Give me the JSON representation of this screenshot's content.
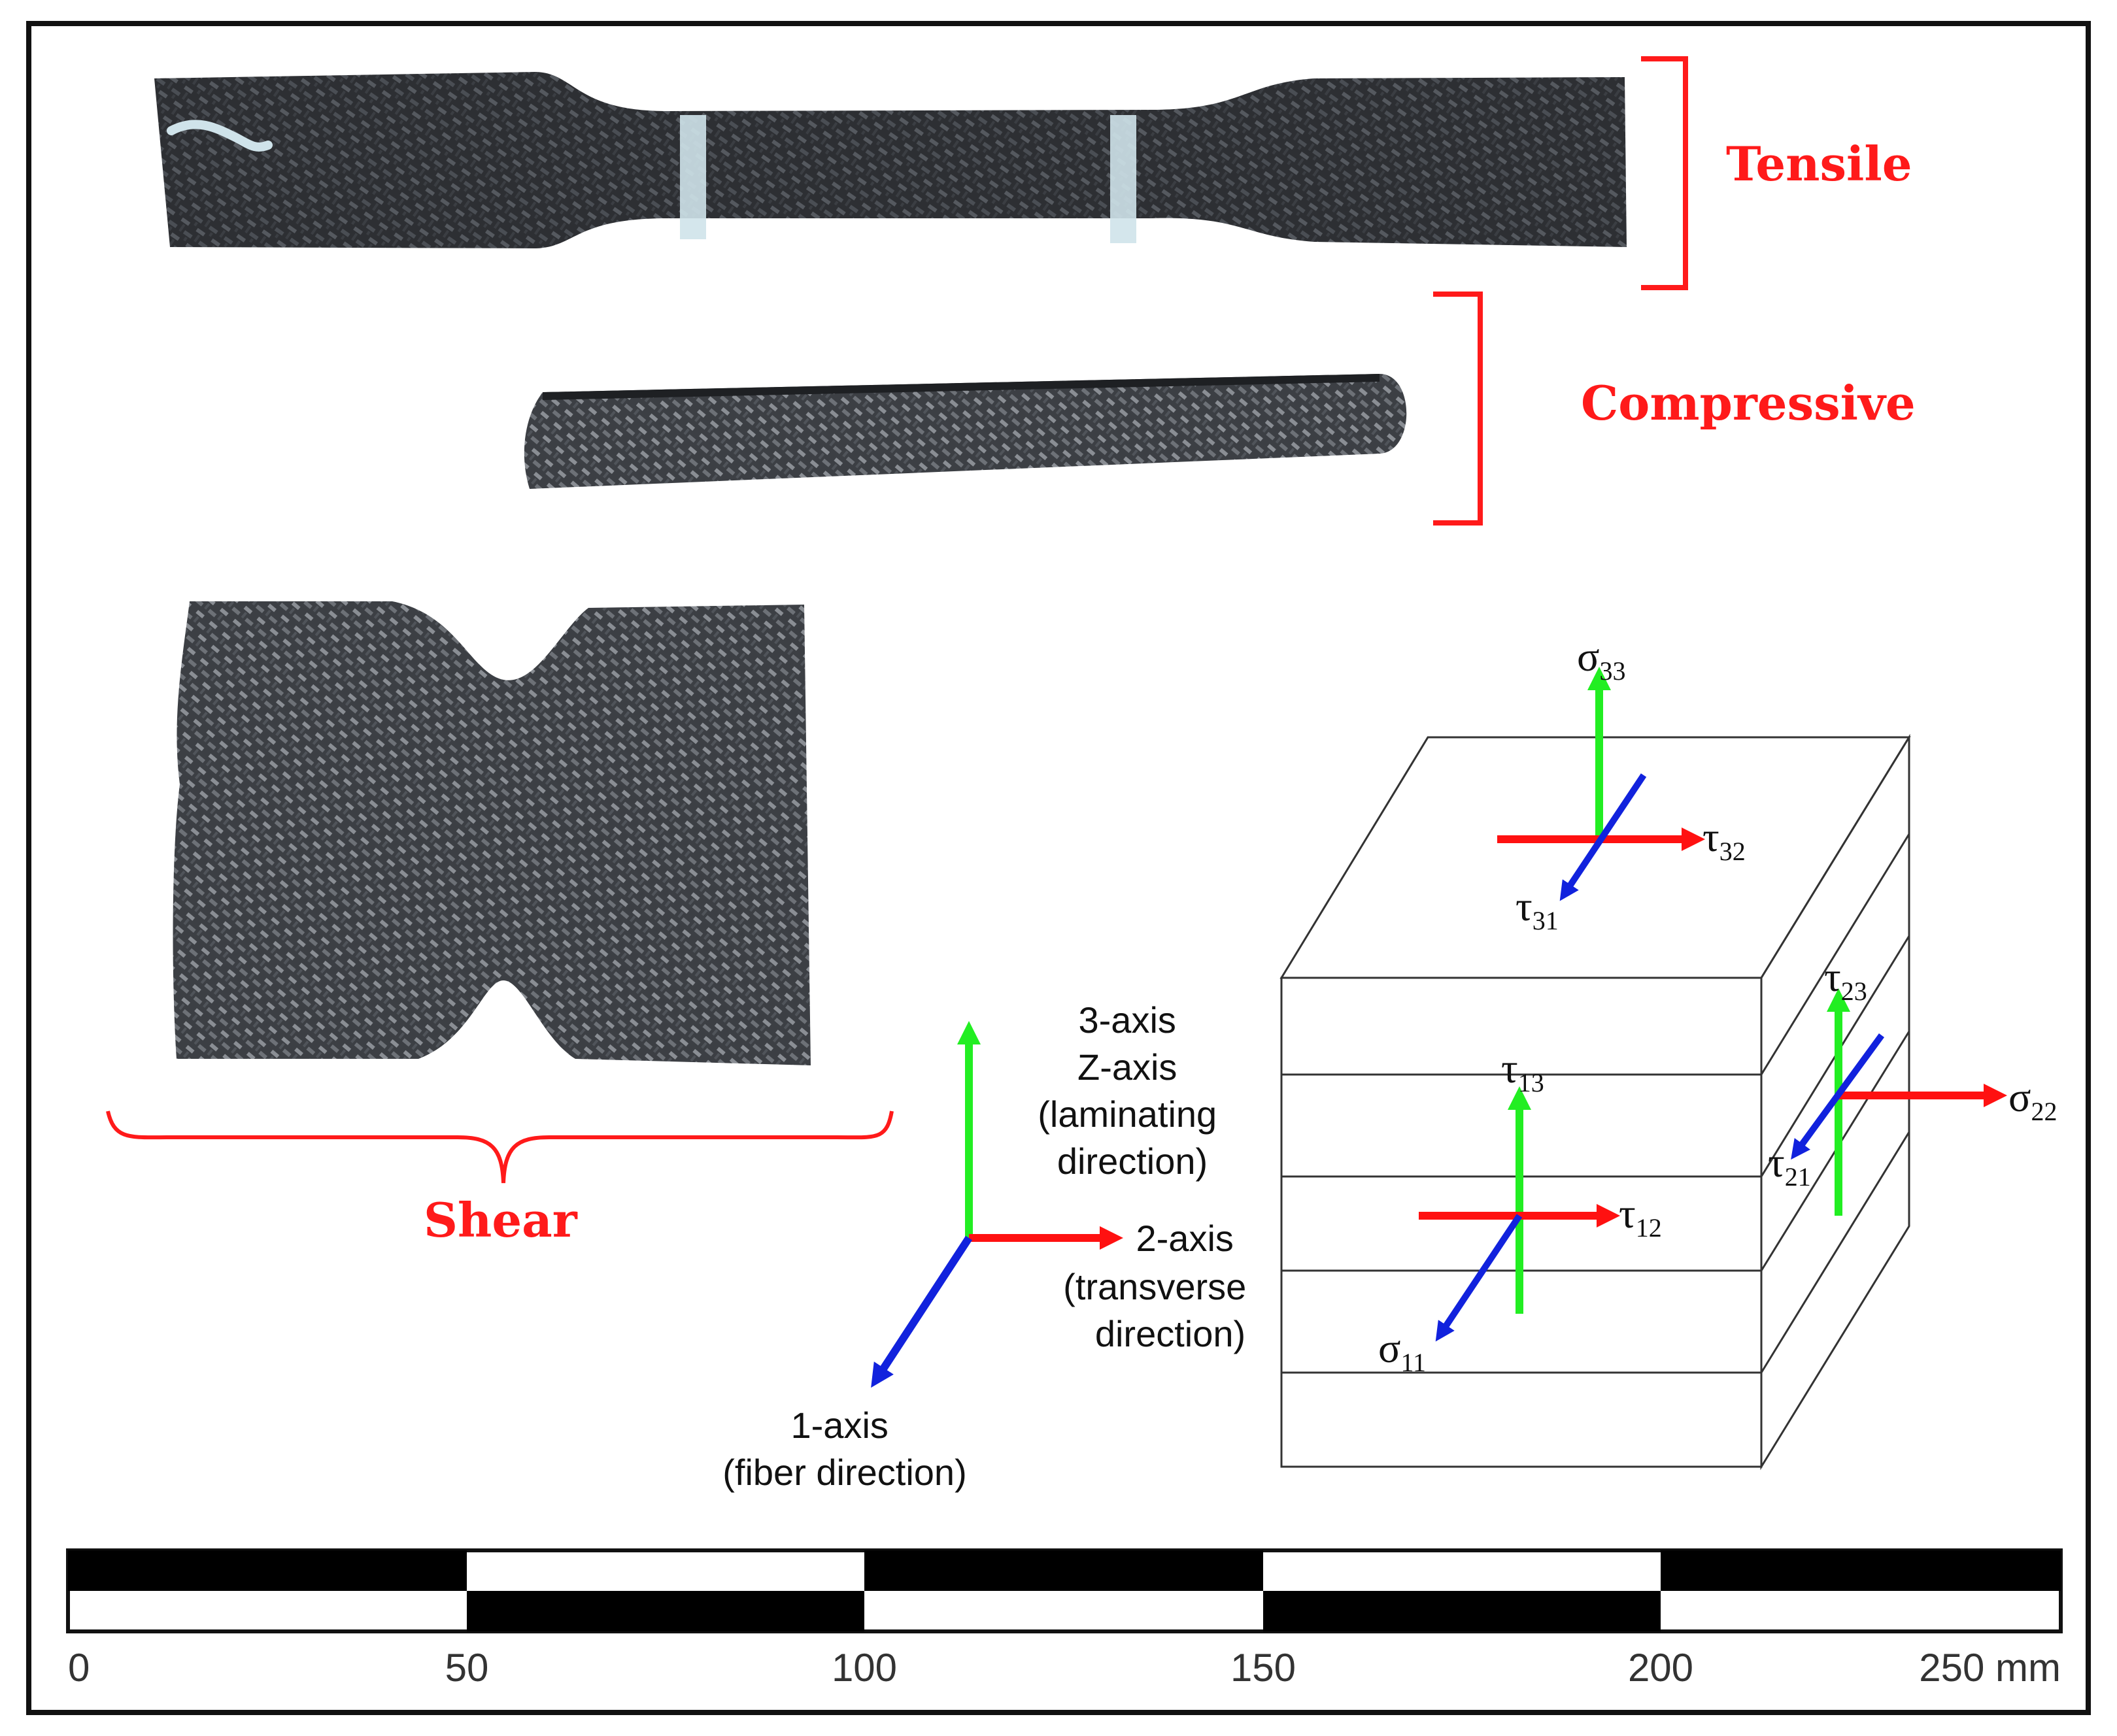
{
  "categories": {
    "tensile": "Tensile",
    "compressive": "Compressive",
    "shear": "Shear"
  },
  "axes": {
    "axis3": [
      "3-axis",
      "Z-axis",
      "(laminating",
      "direction)"
    ],
    "axis2": [
      "2-axis",
      "(transverse",
      "direction)"
    ],
    "axis1": [
      "1-axis",
      "(fiber direction)"
    ]
  },
  "stress_labels": {
    "sigma33": {
      "sym": "σ",
      "sub": "33"
    },
    "tau32": {
      "sym": "τ",
      "sub": "32"
    },
    "tau31": {
      "sym": "τ",
      "sub": "31"
    },
    "tau23": {
      "sym": "τ",
      "sub": "23"
    },
    "sigma22": {
      "sym": "σ",
      "sub": "22"
    },
    "tau21": {
      "sym": "τ",
      "sub": "21"
    },
    "tau13": {
      "sym": "τ",
      "sub": "13"
    },
    "tau12": {
      "sym": "τ",
      "sub": "12"
    },
    "sigma11": {
      "sym": "σ",
      "sub": "11"
    }
  },
  "scale_bar": {
    "ticks": [
      "0",
      "50",
      "100",
      "150",
      "200",
      "250 mm"
    ]
  },
  "colors": {
    "label_red": "#ff1a1a",
    "axis_green": "#22ee22",
    "axis_red": "#ff1111",
    "axis_blue": "#1122dd"
  }
}
